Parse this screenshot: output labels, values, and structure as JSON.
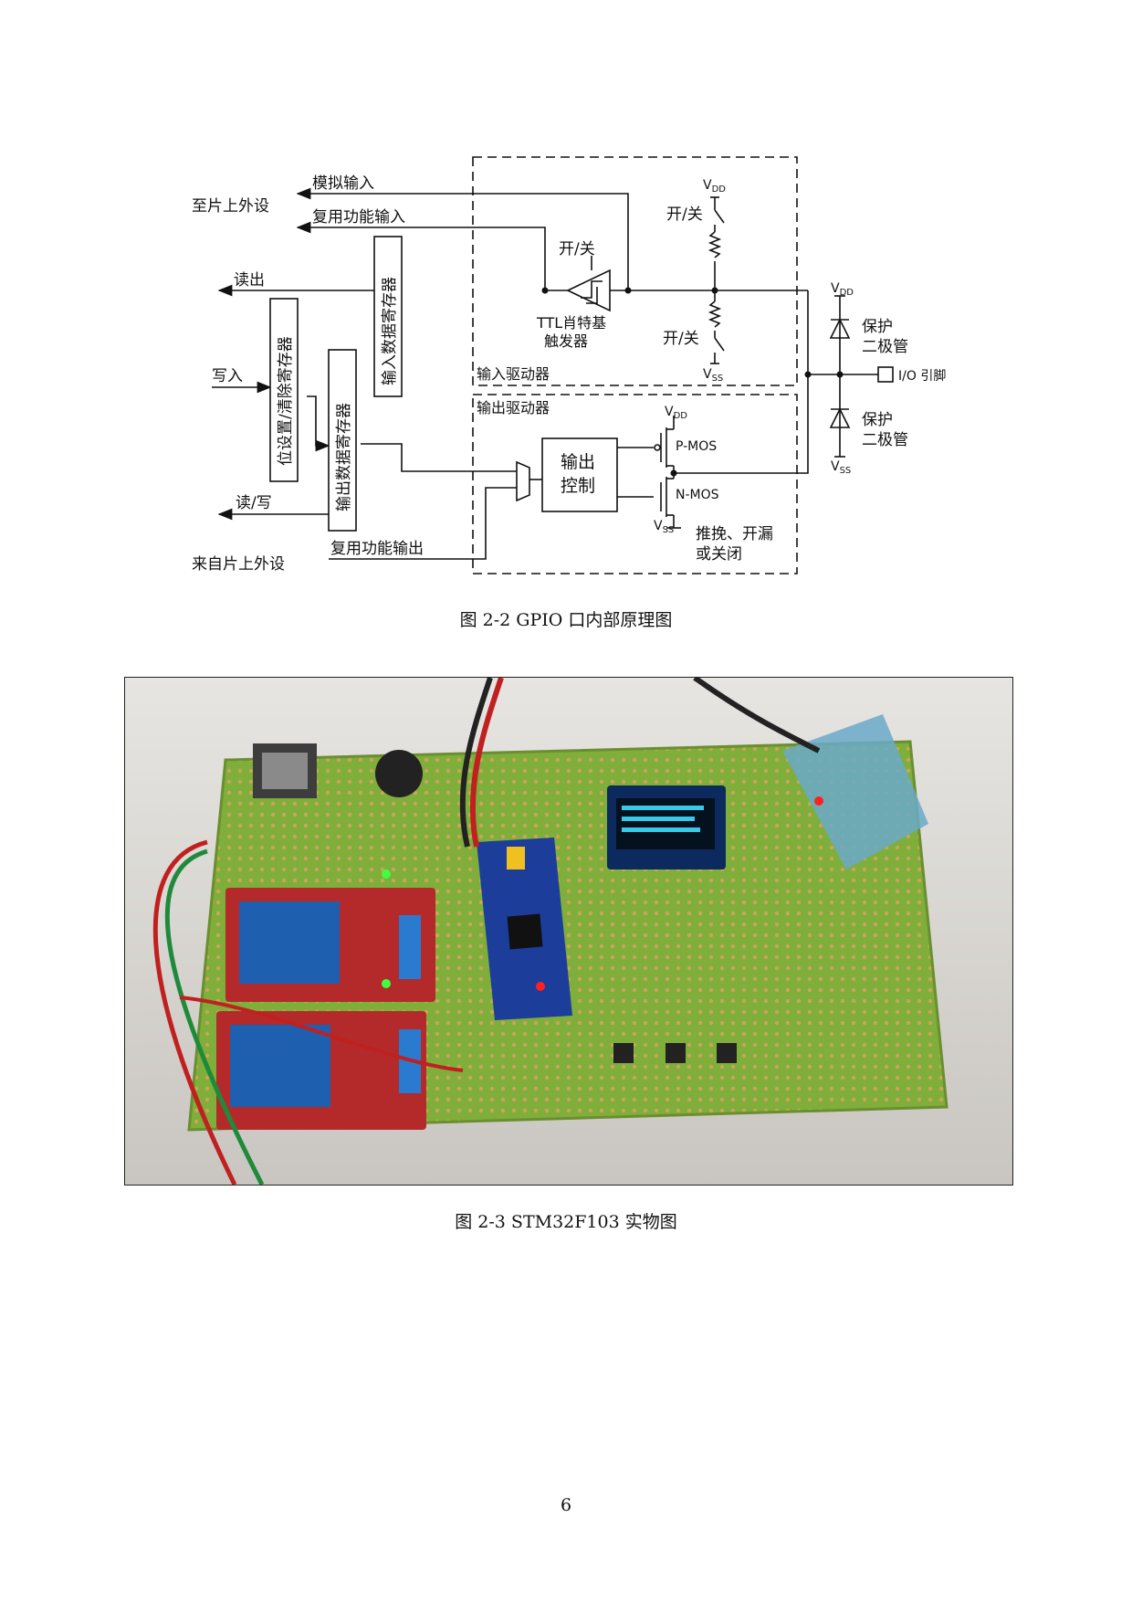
{
  "diagram": {
    "left_labels": {
      "to_peripheral": "至片上外设",
      "from_peripheral": "来自片上外设",
      "read_out": "读出",
      "write_in": "写入",
      "read_write": "读/写"
    },
    "signals": {
      "analog_input": "模拟输入",
      "alt_func_input": "复用功能输入",
      "alt_func_output": "复用功能输出"
    },
    "registers": {
      "input_data": "输入数据寄存器",
      "bit_set_reset": "位设置/清除寄存器",
      "output_data": "输出数据寄存器"
    },
    "input_driver": {
      "title": "输入驱动器",
      "switch_label": "开/关",
      "schmitt_label_1": "TTL肖特基",
      "schmitt_label_2": "触发器"
    },
    "output_driver": {
      "title": "输出驱动器",
      "control_1": "输出",
      "control_2": "控制",
      "pmos": "P-MOS",
      "nmos": "N-MOS",
      "mode_1": "推挽、开漏",
      "mode_2": "或关闭"
    },
    "protection": {
      "label_1": "保护",
      "label_2": "二极管"
    },
    "io_pin": "I/O 引脚",
    "vdd": "V",
    "vdd_sub": "DD",
    "vss": "V",
    "vss_sub": "SS"
  },
  "captions": {
    "fig_2_2": "图 2-2 GPIO 口内部原理图",
    "fig_2_3": "图 2-3 STM32F103 实物图"
  },
  "page_number": "6"
}
